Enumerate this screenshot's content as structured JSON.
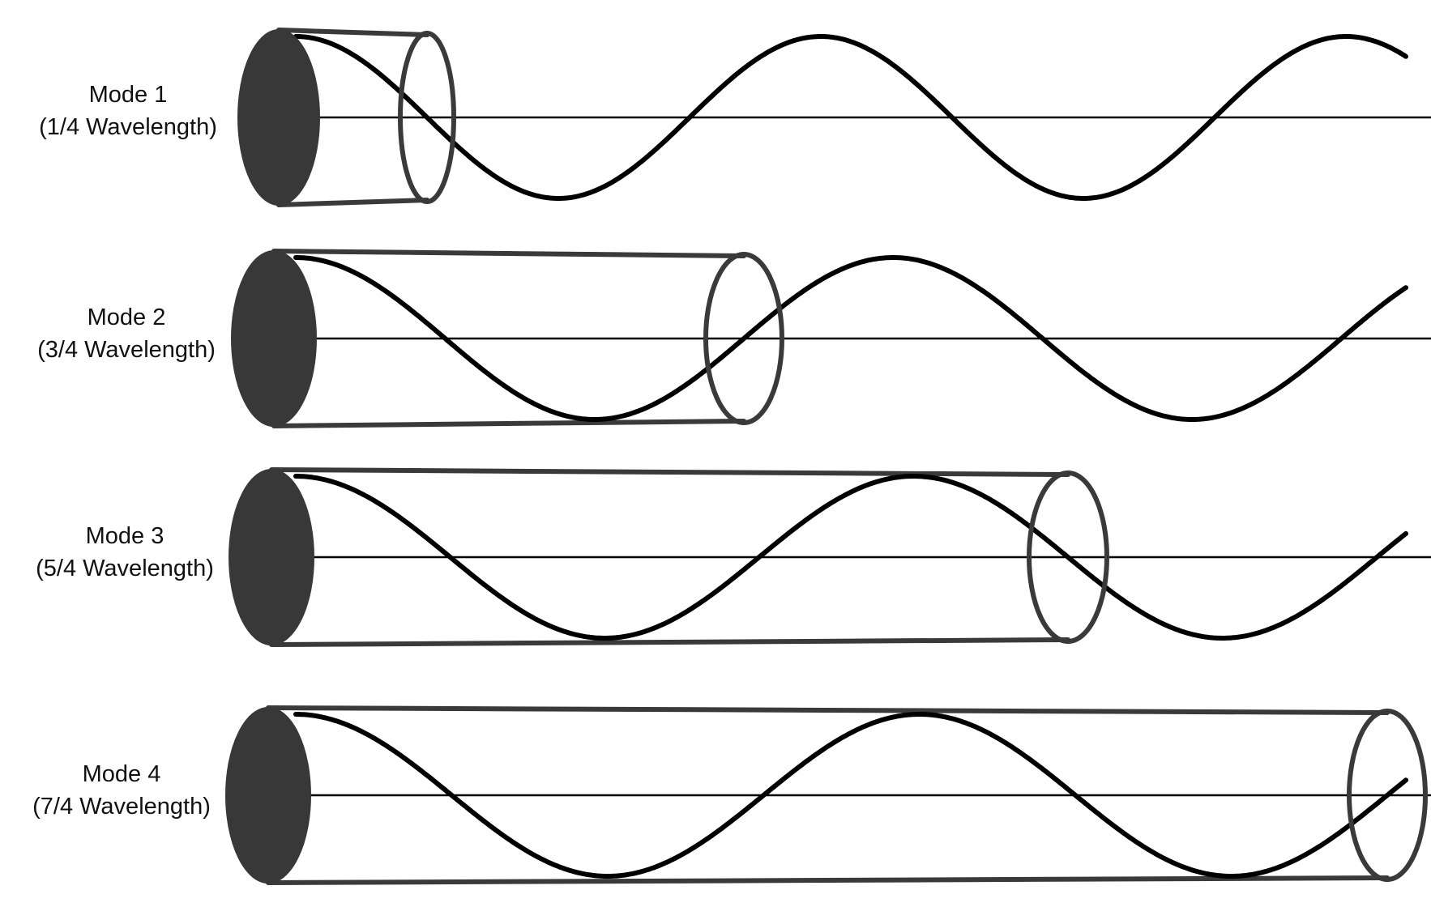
{
  "diagram": {
    "modes": [
      {
        "name": "Mode 1",
        "subtitle": "(1/4 Wavelength)"
      },
      {
        "name": "Mode 2",
        "subtitle": "(3/4 Wavelength)"
      },
      {
        "name": "Mode 3",
        "subtitle": "(5/4 Wavelength)"
      },
      {
        "name": "Mode 4",
        "subtitle": "(7/4 Wavelength)"
      }
    ],
    "colors": {
      "tube_outline": "#3a3a3a",
      "closed_end_fill": "#383838",
      "wave": "#000000",
      "axis": "#000000",
      "background": "#ffffff",
      "label_text": "#111111"
    }
  }
}
